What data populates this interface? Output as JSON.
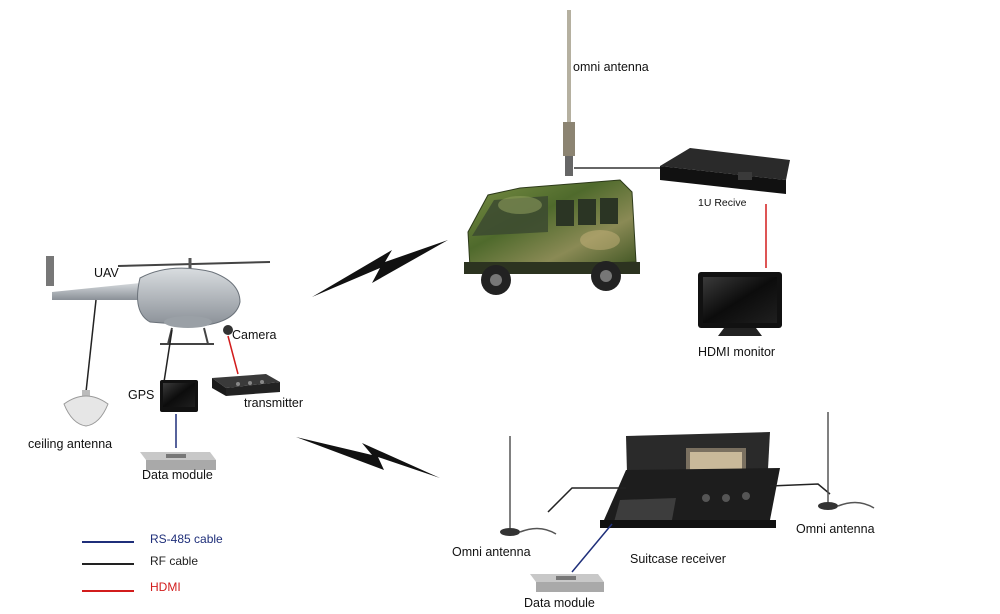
{
  "labels": {
    "omni_antenna_top": "omni antenna",
    "receiver_1u": "1U Recive",
    "hdmi_monitor": "HDMI monitor",
    "uav": "UAV",
    "camera": "Camera",
    "gps": "GPS",
    "transmitter": "transmitter",
    "ceiling_antenna": "ceiling antenna",
    "data_module_left": "Data module",
    "omni_antenna_left": "Omni antenna",
    "suitcase_receiver": "Suitcase receiver",
    "omni_antenna_right": "Omni antenna",
    "data_module_bottom": "Data module"
  },
  "legend": [
    {
      "label": "RS-485 cable",
      "color": "#1f2f7a"
    },
    {
      "label": "RF cable",
      "color": "#222222"
    },
    {
      "label": "HDMI",
      "color": "#d21c1c"
    }
  ],
  "colors": {
    "rs485": "#1f2f7a",
    "rf": "#222222",
    "hdmi": "#d21c1c",
    "camo_green": "#6f8a3c"
  }
}
